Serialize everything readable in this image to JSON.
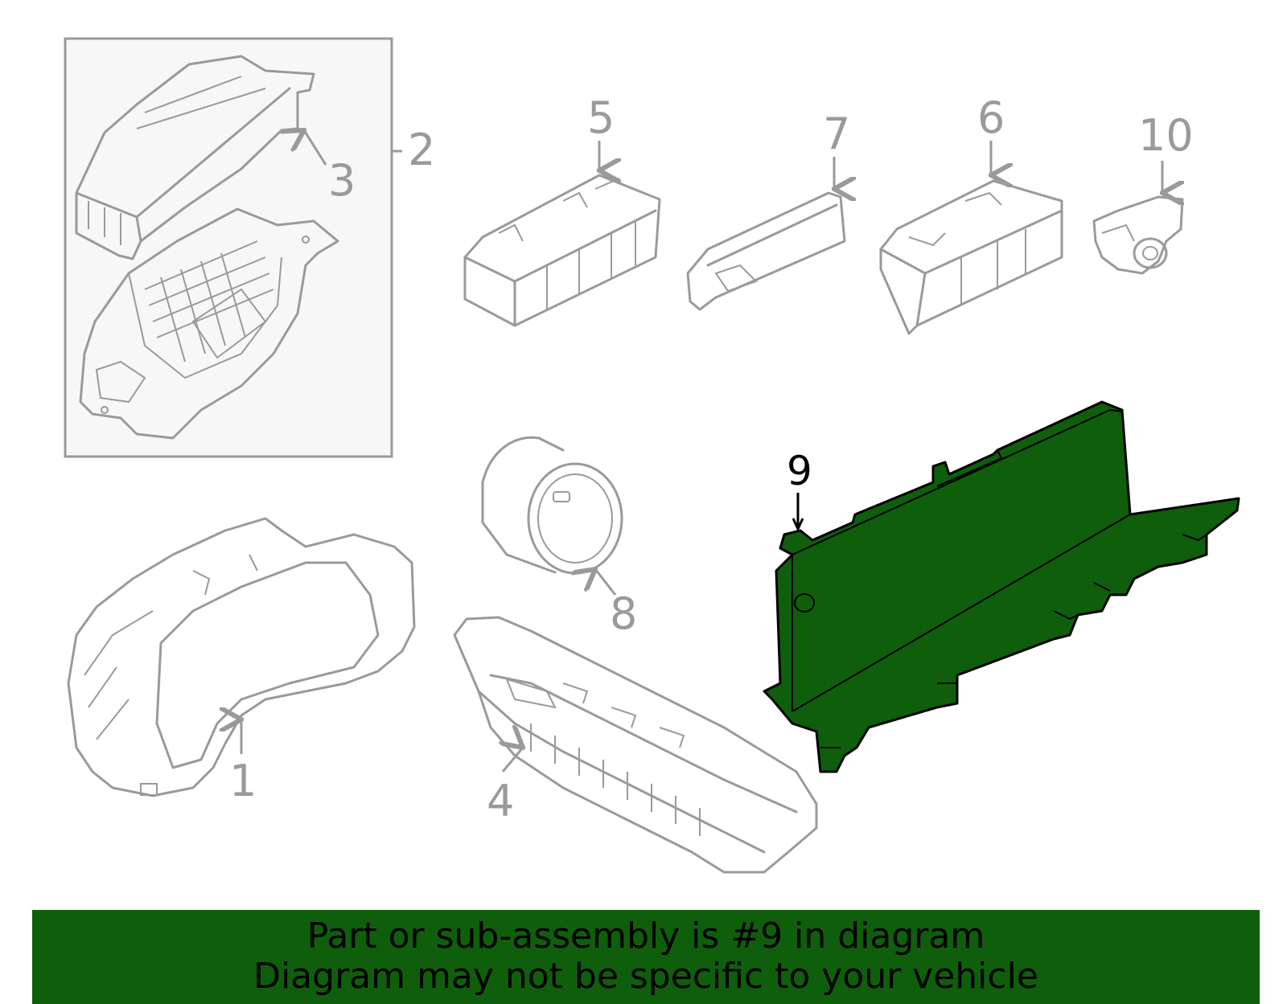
{
  "callouts": {
    "c1": "1",
    "c2": "2",
    "c3": "3",
    "c4": "4",
    "c5": "5",
    "c6": "6",
    "c7": "7",
    "c8": "8",
    "c9": "9",
    "c10": "10"
  },
  "highlight_color": "#0f5e0b",
  "line_color": "#9a9a9a",
  "banner": {
    "line1": "Part or sub-assembly is #9 in diagram",
    "line2": "Diagram may not be specific to your vehicle"
  }
}
